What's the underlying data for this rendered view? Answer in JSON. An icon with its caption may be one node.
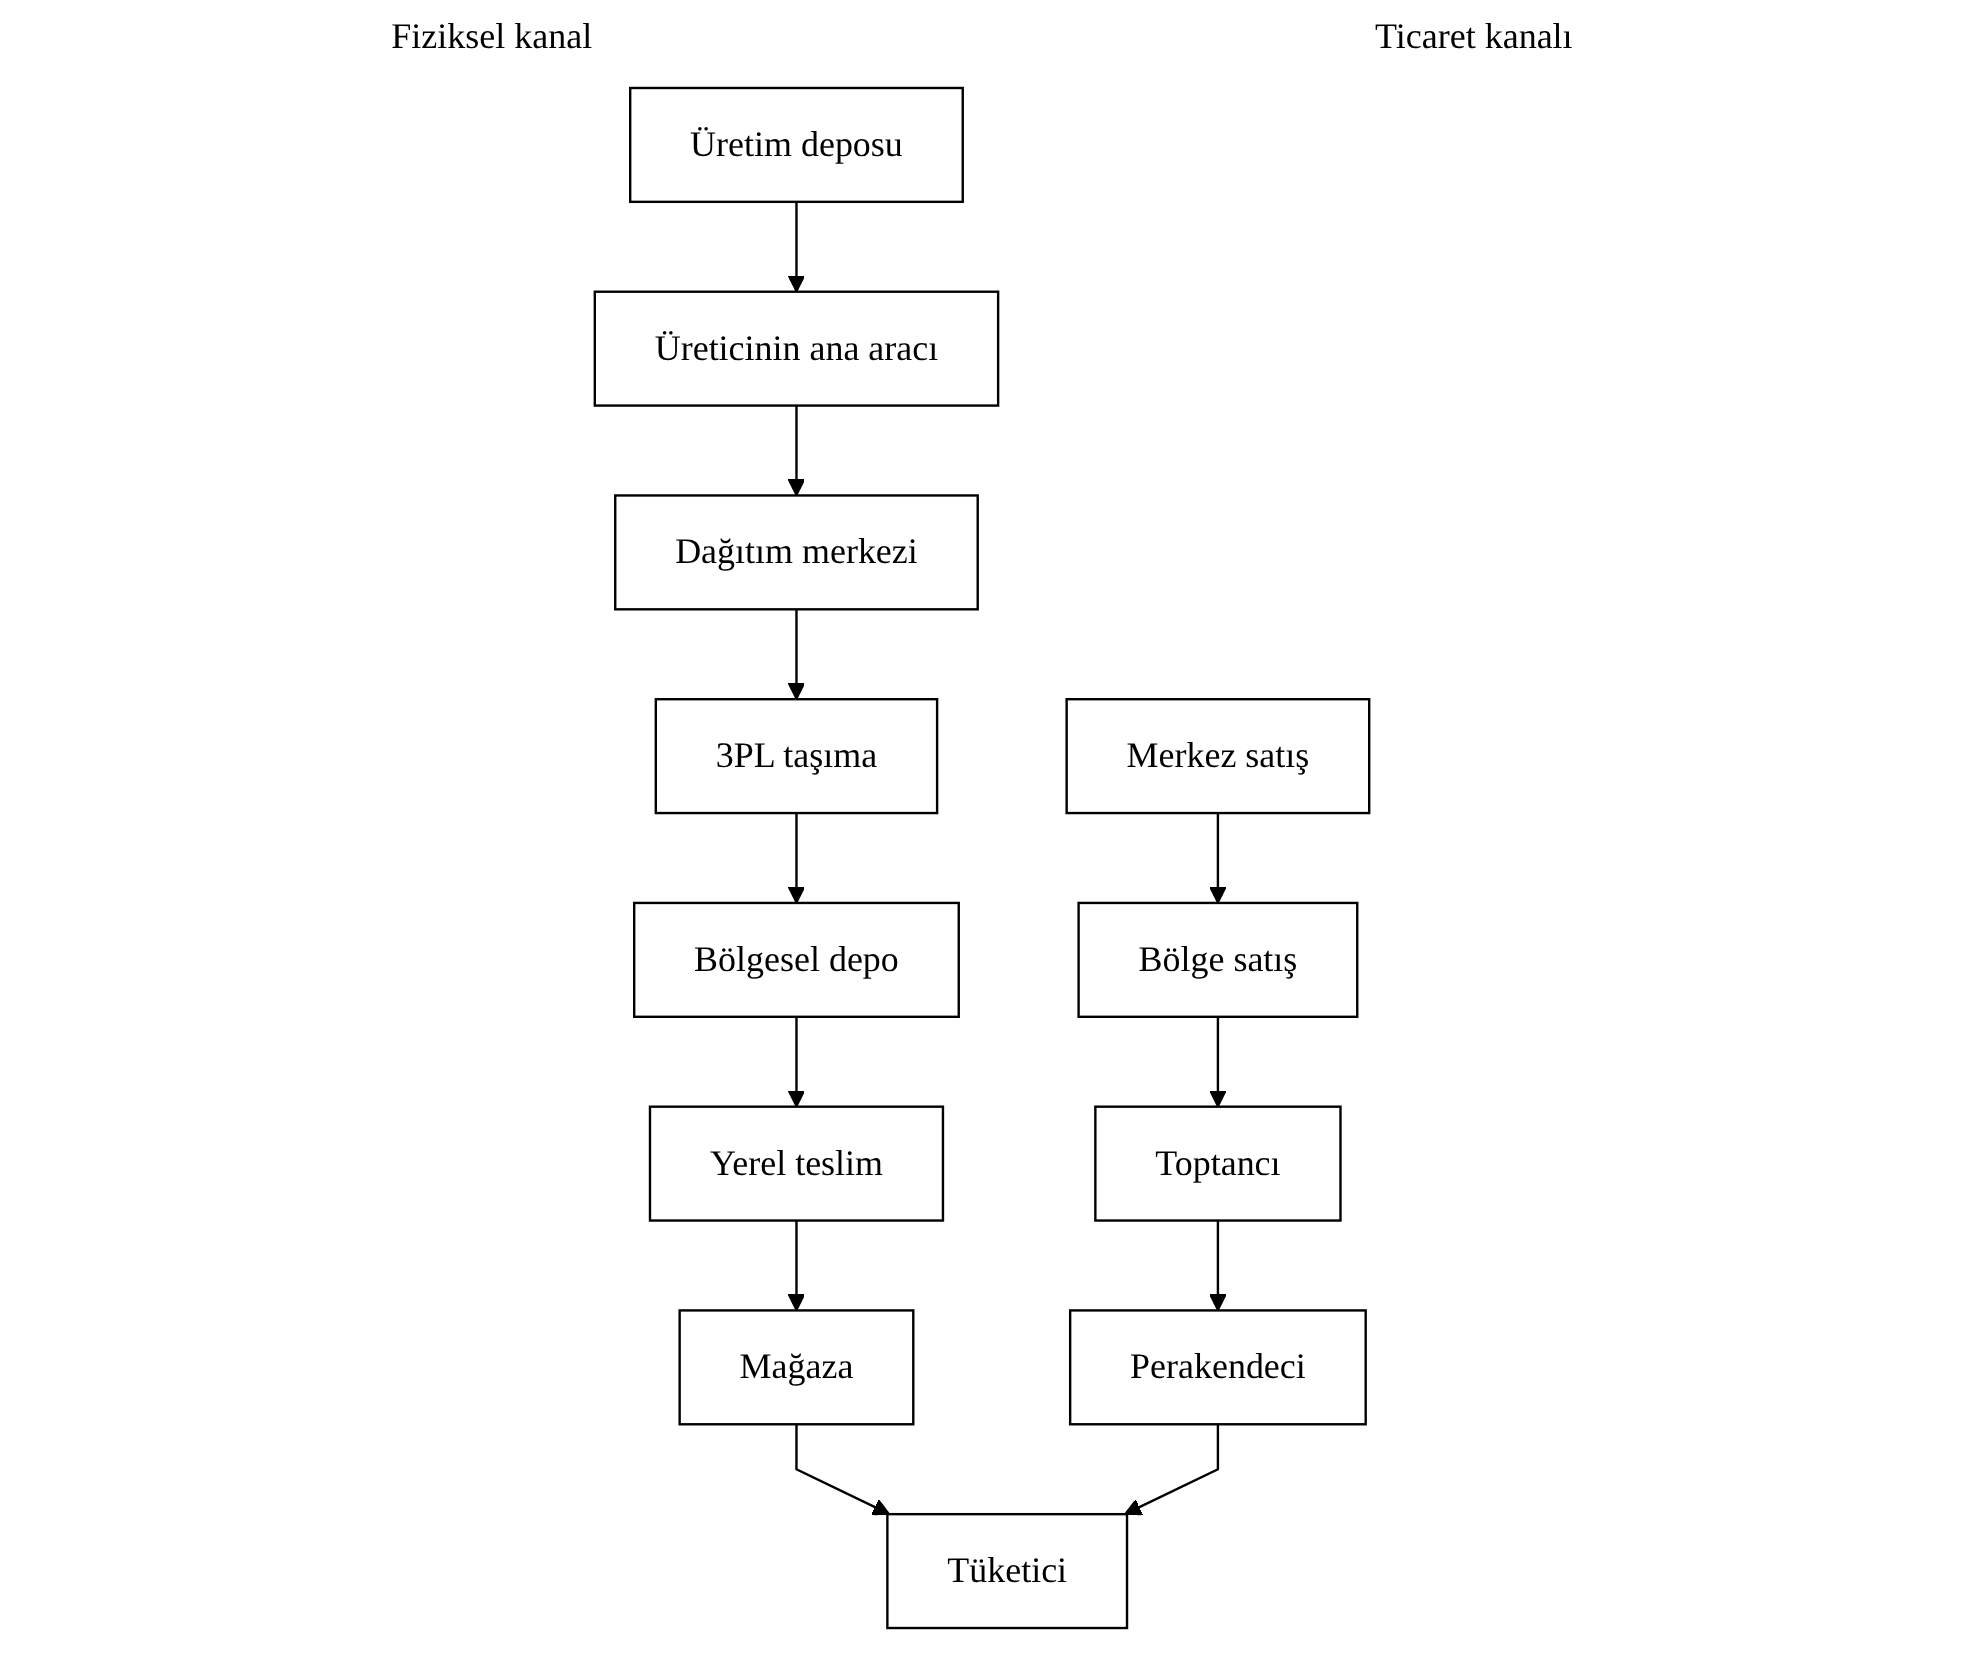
{
  "diagram": {
    "nodes": [
      {
        "text": [
          "Üretim deposu"
        ]
      },
      {
        "text": [
          "Üreticinin ana aracı"
        ]
      },
      {
        "text": [
          "Dağıtım merkezi"
        ]
      },
      {
        "text": [
          "3PL taşıma"
        ]
      },
      {
        "text": [
          "Bölgesel depo"
        ]
      },
      {
        "text": [
          "Yerel teslim"
        ]
      },
      {
        "text": [
          "Mağaza"
        ]
      },
      {
        "text": [
          "Merkez satış"
        ]
      },
      {
        "text": [
          "Bölge satış"
        ]
      },
      {
        "text": [
          "Toptancı"
        ]
      },
      {
        "text": [
          "Perakendeci"
        ]
      },
      {
        "text": [
          "Tüketici"
        ]
      }
    ],
    "edges": [
      {
        "from": 0,
        "to": 1,
        "arrow": "to"
      },
      {
        "from": 1,
        "to": 2,
        "arrow": "to"
      },
      {
        "from": 2,
        "to": 3,
        "arrow": "to"
      },
      {
        "from": 3,
        "to": 4,
        "arrow": "to"
      },
      {
        "from": 4,
        "to": 5,
        "arrow": "to"
      },
      {
        "from": 5,
        "to": 6,
        "arrow": "to"
      },
      {
        "from": 6,
        "to": 11,
        "arrow": "to"
      },
      {
        "from": 7,
        "to": 8,
        "arrow": "to"
      },
      {
        "from": 8,
        "to": 9,
        "arrow": "to"
      },
      {
        "from": 9,
        "to": 10,
        "arrow": "to"
      },
      {
        "from": 10,
        "to": 11,
        "arrow": "to"
      }
    ],
    "labels": [
      "Fiziksel kanal",
      "Ticaret kanalı"
    ]
  }
}
